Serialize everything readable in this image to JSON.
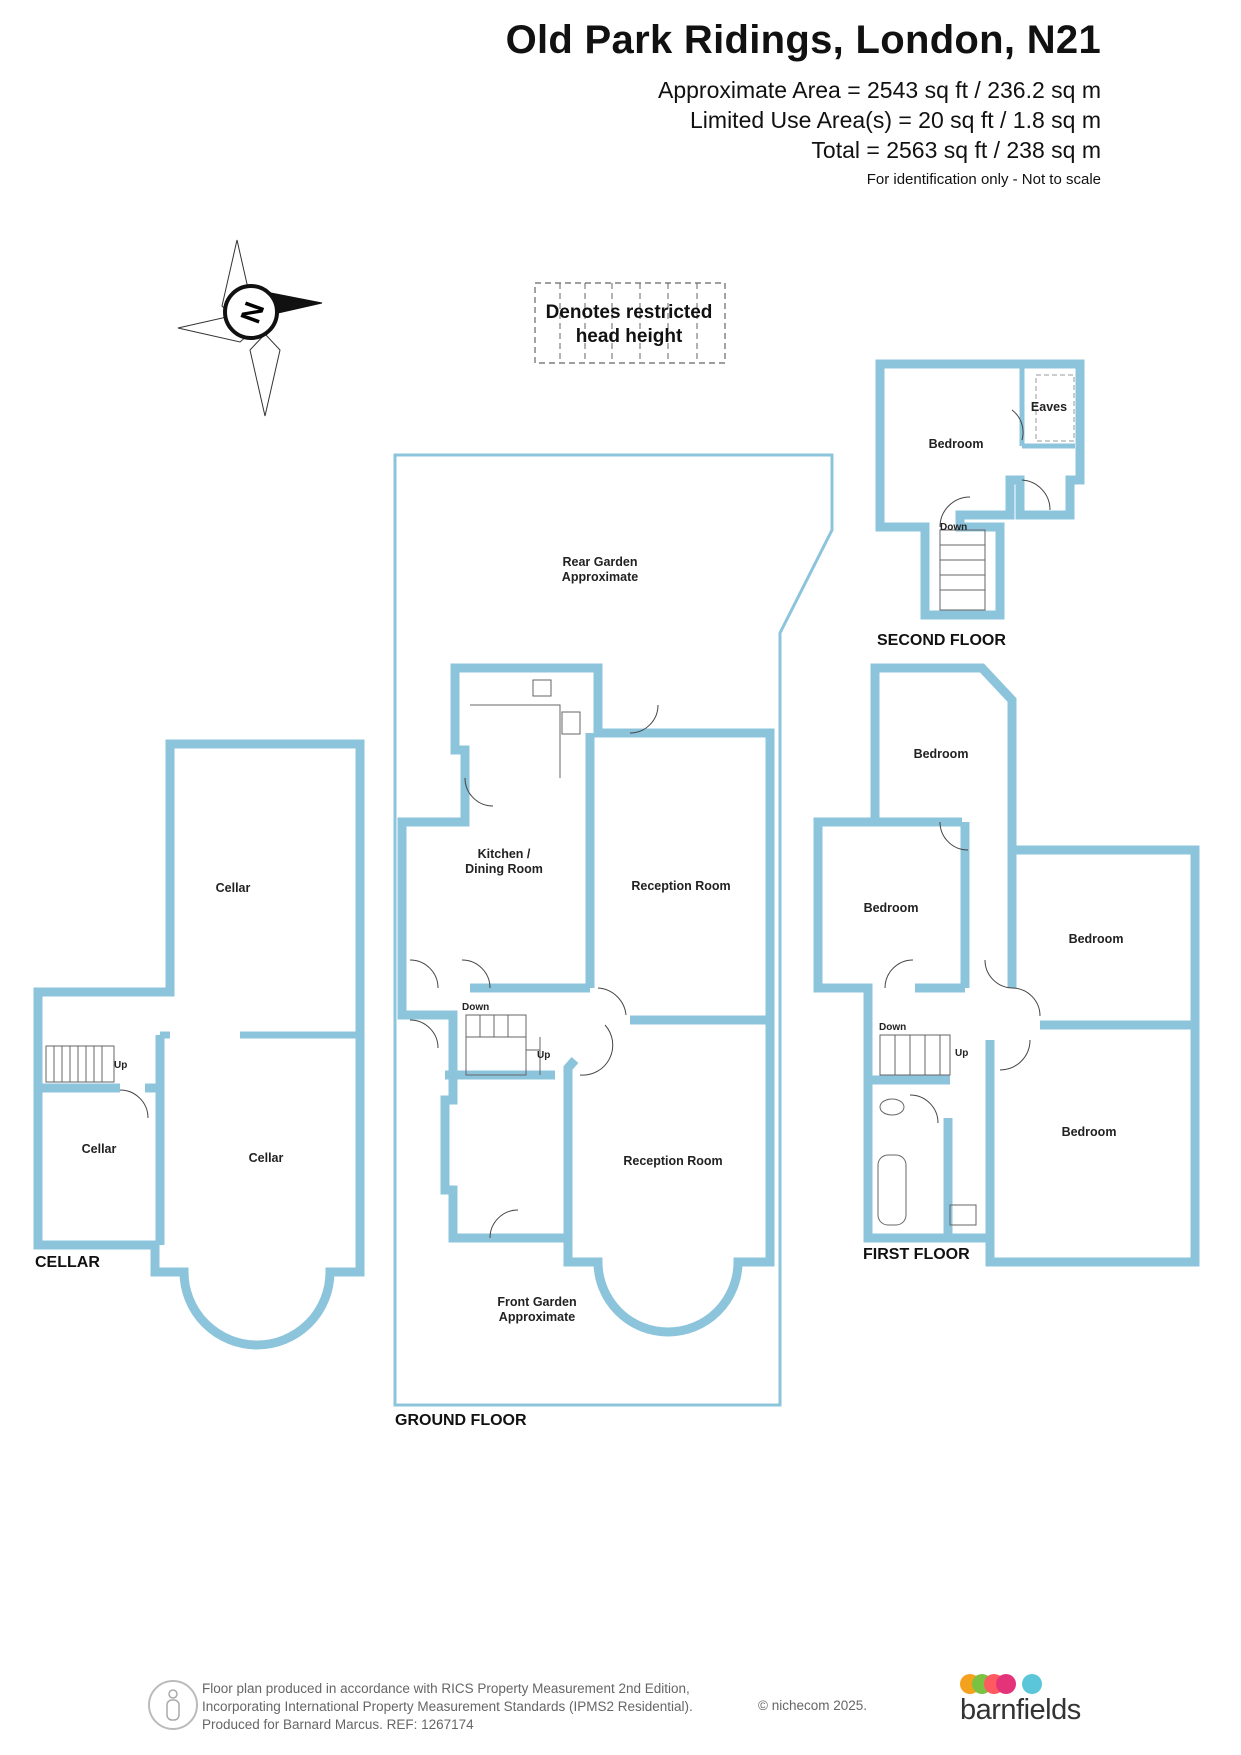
{
  "header": {
    "title": "Old Park Ridings, London, N21",
    "approx_area": "Approximate Area = 2543 sq ft / 236.2 sq m",
    "limited_area": "Limited Use Area(s) = 20 sq ft / 1.8 sq m",
    "total_area": "Total = 2563 sq ft / 238 sq m",
    "identification": "For identification only - Not to scale"
  },
  "compass": {
    "letter": "N"
  },
  "legend": {
    "line1": "Denotes restricted",
    "line2": "head height"
  },
  "floors": {
    "cellar": "CELLAR",
    "ground": "GROUND FLOOR",
    "first": "FIRST FLOOR",
    "second": "SECOND FLOOR"
  },
  "rooms": {
    "rear_garden_1": "Rear Garden",
    "rear_garden_2": "Approximate",
    "kitchen_1": "Kitchen /",
    "kitchen_2": "Dining Room",
    "reception_1": "Reception Room",
    "reception_2": "Reception Room",
    "front_garden_1": "Front Garden",
    "front_garden_2": "Approximate",
    "cellar_top": "Cellar",
    "cellar_bottom": "Cellar",
    "cellar_small": "Cellar",
    "ff_bed_top": "Bedroom",
    "ff_bed_left": "Bedroom",
    "ff_bed_right": "Bedroom",
    "ff_bed_bottom": "Bedroom",
    "sf_bed": "Bedroom",
    "eaves": "Eaves"
  },
  "stairs": {
    "ground_down": "Down",
    "ground_up": "Up",
    "cellar_up": "Up",
    "first_down": "Down",
    "first_up": "Up",
    "second_down": "Down"
  },
  "footer": {
    "line1": "Floor plan produced in accordance with RICS Property Measurement 2nd Edition,",
    "line2": "Incorporating International Property Measurement Standards (IPMS2 Residential).",
    "line3": "Produced for Barnard Marcus.   REF:  1267174",
    "copyright": "© nichecom 2025.",
    "logo": "barnfields"
  },
  "colors": {
    "wall": "#8cc4dc",
    "logo_dots": [
      "#f4a21e",
      "#7cc242",
      "#e5337a",
      "#ff5a5f",
      "#5bc6d9"
    ]
  }
}
